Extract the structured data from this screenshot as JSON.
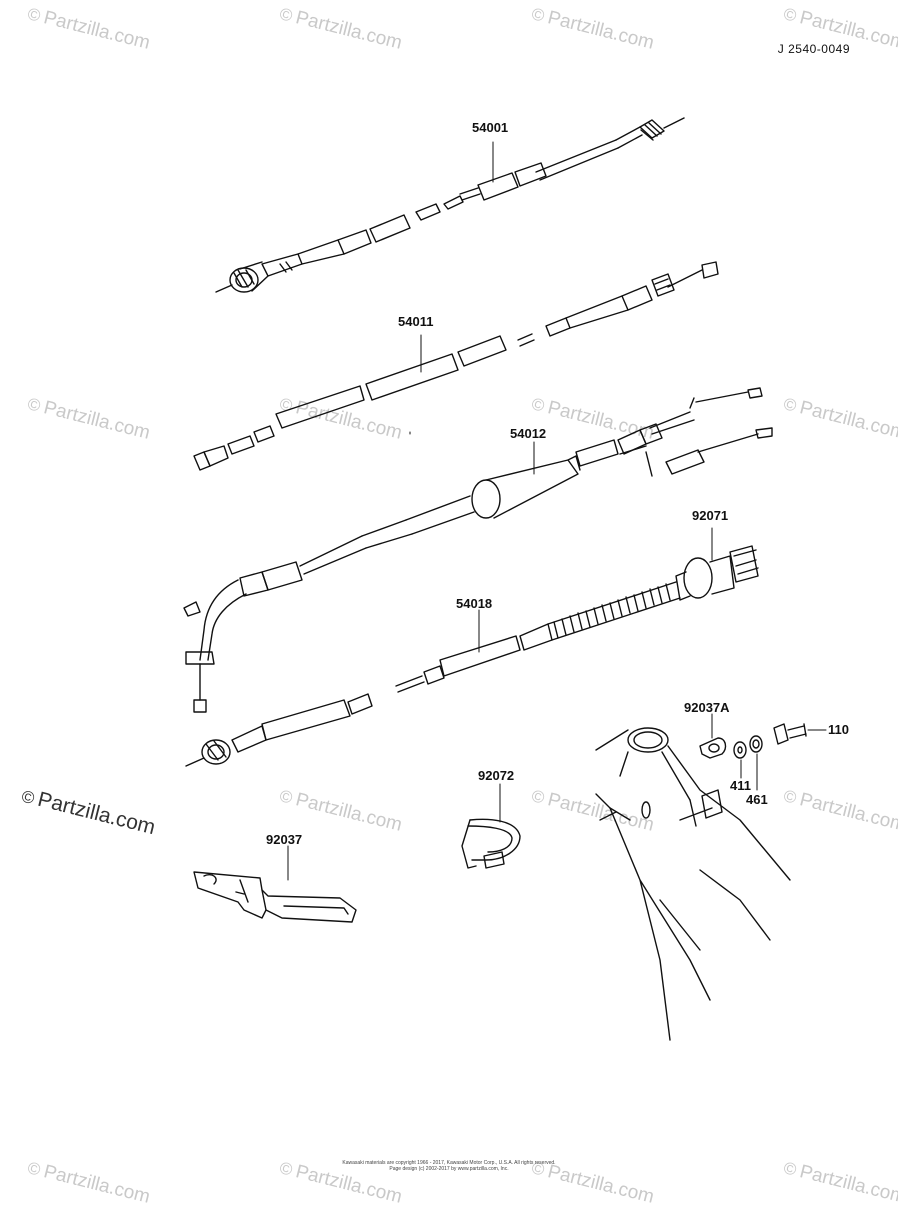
{
  "figure_code": "J 2540-0049",
  "callouts": {
    "p54001": "54001",
    "p54011": "54011",
    "p54012": "54012",
    "p92071": "92071",
    "p54018": "54018",
    "p92037A": "92037A",
    "p110": "110",
    "p411": "411",
    "p461": "461",
    "p92072": "92072",
    "p92037": "92037"
  },
  "watermark": {
    "symbol": "©",
    "text": "Partzilla.com"
  },
  "footer": {
    "line1": "Kawasaki materials are copyright 1966 - 2017, Kawasaki Motor Corp., U.S.A. All rights reserved.",
    "line2": "Page design (c) 2002-2017 by www.partzilla.com, Inc."
  },
  "colors": {
    "ink": "#111111",
    "watermark": "#c9c9c9",
    "background": "#ffffff"
  }
}
